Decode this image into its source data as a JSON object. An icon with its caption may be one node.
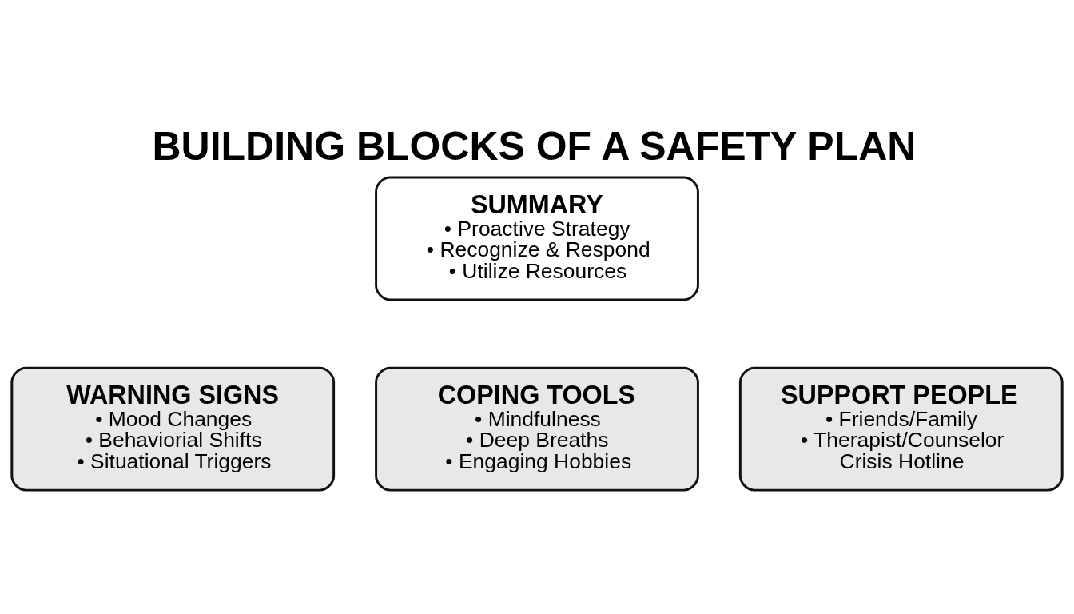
{
  "diagram": {
    "title": "BUILDING BLOCKS OF A SAFETY PLAN",
    "nodes": [
      {
        "text": [
          "SUMMARY",
          "• Proactive Strategy",
          "• Recognize & Respond",
          "• Utilize Resources"
        ]
      },
      {
        "text": [
          "WARNING SIGNS",
          "• Mood Changes",
          "• Behaviorial Shifts",
          "• Situational Triggers"
        ]
      },
      {
        "text": [
          "COPING TOOLS",
          "• Mindfulness",
          "• Deep Breaths",
          "• Engaging Hobbies"
        ]
      },
      {
        "text": [
          "SUPPORT PEOPLE",
          "• Friends/Family",
          "• Therapist/Counselor",
          "Crisis Hotline"
        ]
      }
    ],
    "edges": []
  }
}
